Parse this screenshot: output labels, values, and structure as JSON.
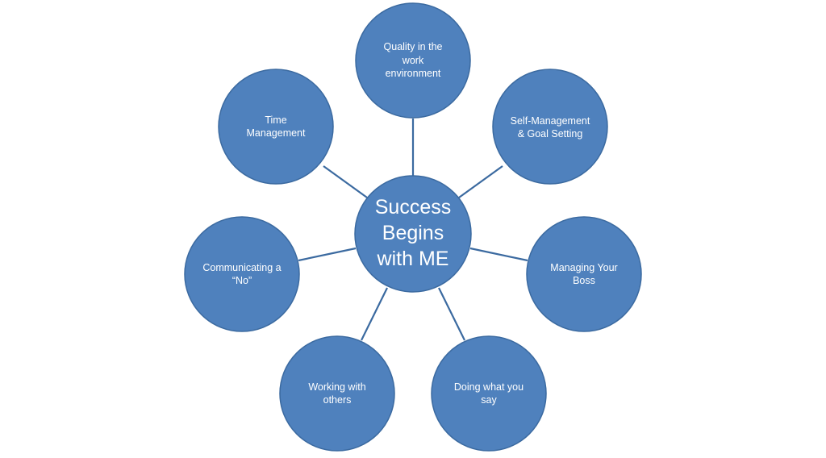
{
  "diagram": {
    "center": {
      "label": "Success Begins with ME"
    },
    "nodes": [
      {
        "id": "quality",
        "label": "Quality in the work environment"
      },
      {
        "id": "self-management",
        "label": "Self-Management & Goal Setting"
      },
      {
        "id": "managing-boss",
        "label": "Managing Your Boss"
      },
      {
        "id": "doing-what-you-say",
        "label": "Doing what you say"
      },
      {
        "id": "working-with-others",
        "label": "Working with others"
      },
      {
        "id": "communicating-no",
        "label": "Communicating a “No”"
      },
      {
        "id": "time-management",
        "label": "Time Management"
      }
    ],
    "colors": {
      "node_fill": "#4f81bd",
      "node_stroke": "#3b6aa0",
      "connector": "#3b6aa0",
      "text": "#ffffff"
    }
  }
}
